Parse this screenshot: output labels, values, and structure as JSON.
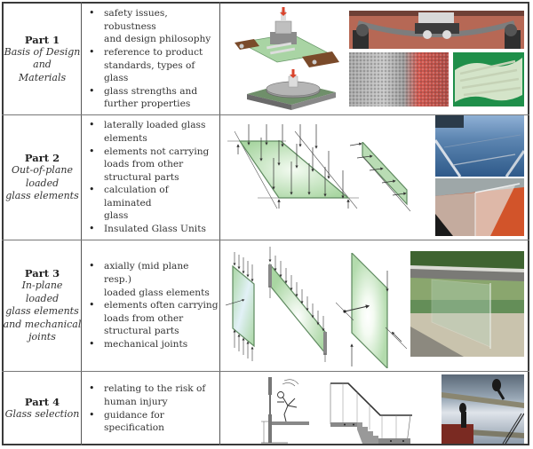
{
  "table": {
    "rows": [
      {
        "title": "Part 1",
        "subtitle_lines": [
          "Basis of Design",
          "and",
          "Materials"
        ],
        "bullets": [
          [
            "safety issues, robustness",
            "and design philosophy"
          ],
          [
            "reference to product",
            "standards, types of glass"
          ],
          [
            "glass strengths and",
            "further properties"
          ]
        ],
        "images": [
          "glass-test-rig-illustration",
          "four-point-bending-test-photo",
          "broken-glass-fracture-photo",
          "curved-glass-panels-photo"
        ]
      },
      {
        "title": "Part 2",
        "subtitle_lines": [
          "Out-of-plane",
          "loaded",
          "glass elements"
        ],
        "bullets": [
          [
            "laterally loaded glass",
            "elements"
          ],
          [
            "elements not carrying",
            "loads from other",
            "structural parts"
          ],
          [
            "calculation of laminated",
            "glass"
          ],
          [
            "Insulated Glass Units"
          ]
        ],
        "images": [
          "out-of-plane-loaded-plate-diagram",
          "laterally-loaded-pane-diagram",
          "glass-roof-photo",
          "glass-staircase-balustrade-photo"
        ]
      },
      {
        "title": "Part 3",
        "subtitle_lines": [
          "In-plane",
          "loaded",
          "glass elements",
          "and mechanical",
          "joints"
        ],
        "bullets": [
          [
            "axially (mid plane resp.)",
            "loaded glass elements"
          ],
          [
            "elements often carrying",
            "loads from other",
            "structural parts"
          ],
          [
            "mechanical joints"
          ]
        ],
        "images": [
          "axially-loaded-pane-diagram",
          "glass-beam-diagram",
          "in-plane-loaded-pane-diagram",
          "glass-pavilion-photo"
        ]
      },
      {
        "title": "Part 4",
        "subtitle_lines": [
          "Glass selection"
        ],
        "bullets": [
          [
            "relating to the risk of",
            "human injury"
          ],
          [
            "guidance for",
            "specification"
          ]
        ],
        "images": [
          "person-falling-against-barrier-sketch",
          "staircase-balustrade-sketch",
          "glass-walkway-photo"
        ]
      }
    ]
  },
  "colors": {
    "glass_green": "#b9dcb4",
    "glass_edge": "#5f8a60",
    "border": "#3a3a3a"
  }
}
